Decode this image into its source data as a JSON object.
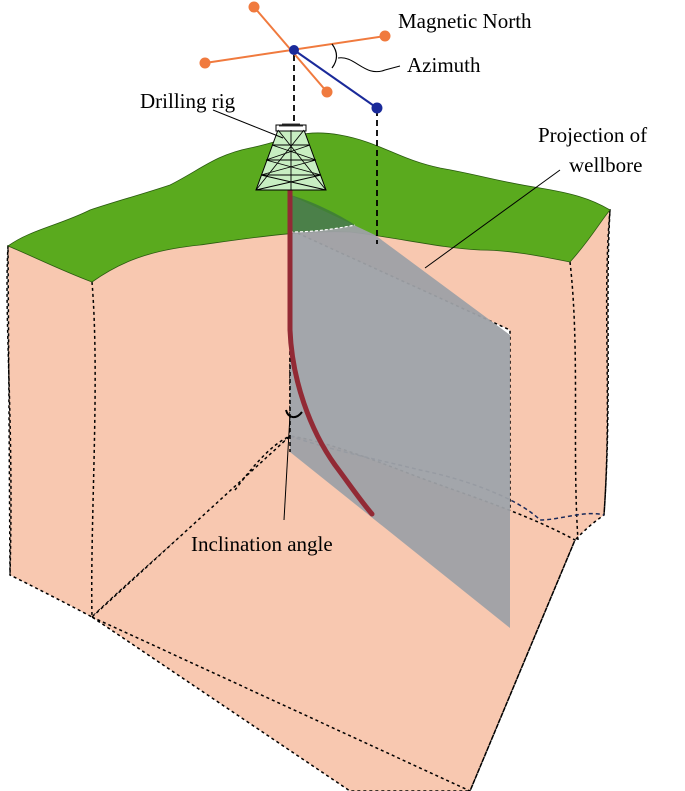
{
  "labels": {
    "magnetic_north": "Magnetic North",
    "azimuth": "Azimuth",
    "drilling_rig": "Drilling rig",
    "projection_line1": "Projection of",
    "projection_line2": "wellbore",
    "inclination_angle": "Inclination angle"
  },
  "colors": {
    "ground": "#f8c8b0",
    "surface": "#5aaa1e",
    "projection_plane": "#9ea1a6",
    "wellbore": "#922a35",
    "rig": "#c8eec2",
    "north_axes": "#f07a3e",
    "azimuth_line": "#1a2a9a"
  }
}
